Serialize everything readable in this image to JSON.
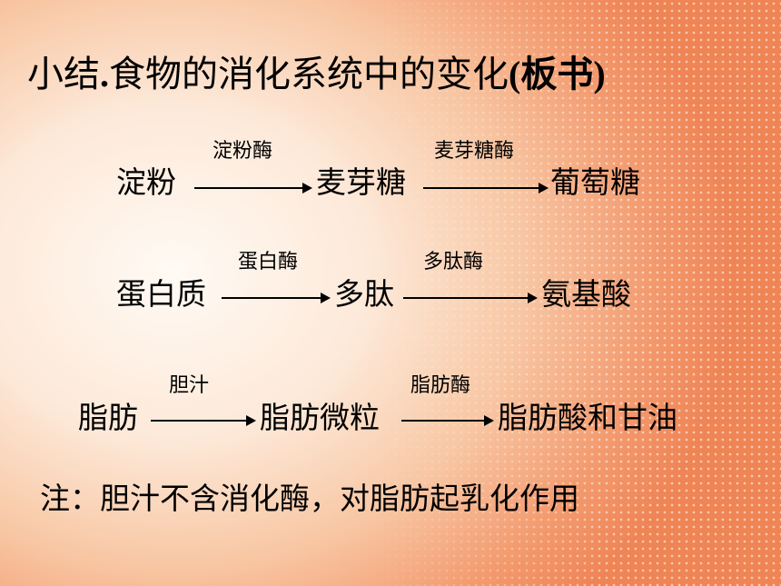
{
  "title": {
    "main": "小结",
    "dot": ".",
    "middle": "食物的消化系统中的变化",
    "paren": "(板书)"
  },
  "starch": {
    "start": "淀粉",
    "enzyme1": "淀粉酶",
    "middle": "麦芽糖",
    "enzyme2": "麦芽糖酶",
    "end": "葡萄糖"
  },
  "protein": {
    "start": "蛋白质",
    "enzyme1": "蛋白酶",
    "middle": "多肽",
    "enzyme2": "多肽酶",
    "end": "氨基酸"
  },
  "fat": {
    "start": "脂肪",
    "enzyme1": "胆汁",
    "middle": "脂肪微粒",
    "enzyme2": "脂肪酶",
    "end": "脂肪酸和甘油"
  },
  "note": "注：胆汁不含消化酶，对脂肪起乳化作用"
}
